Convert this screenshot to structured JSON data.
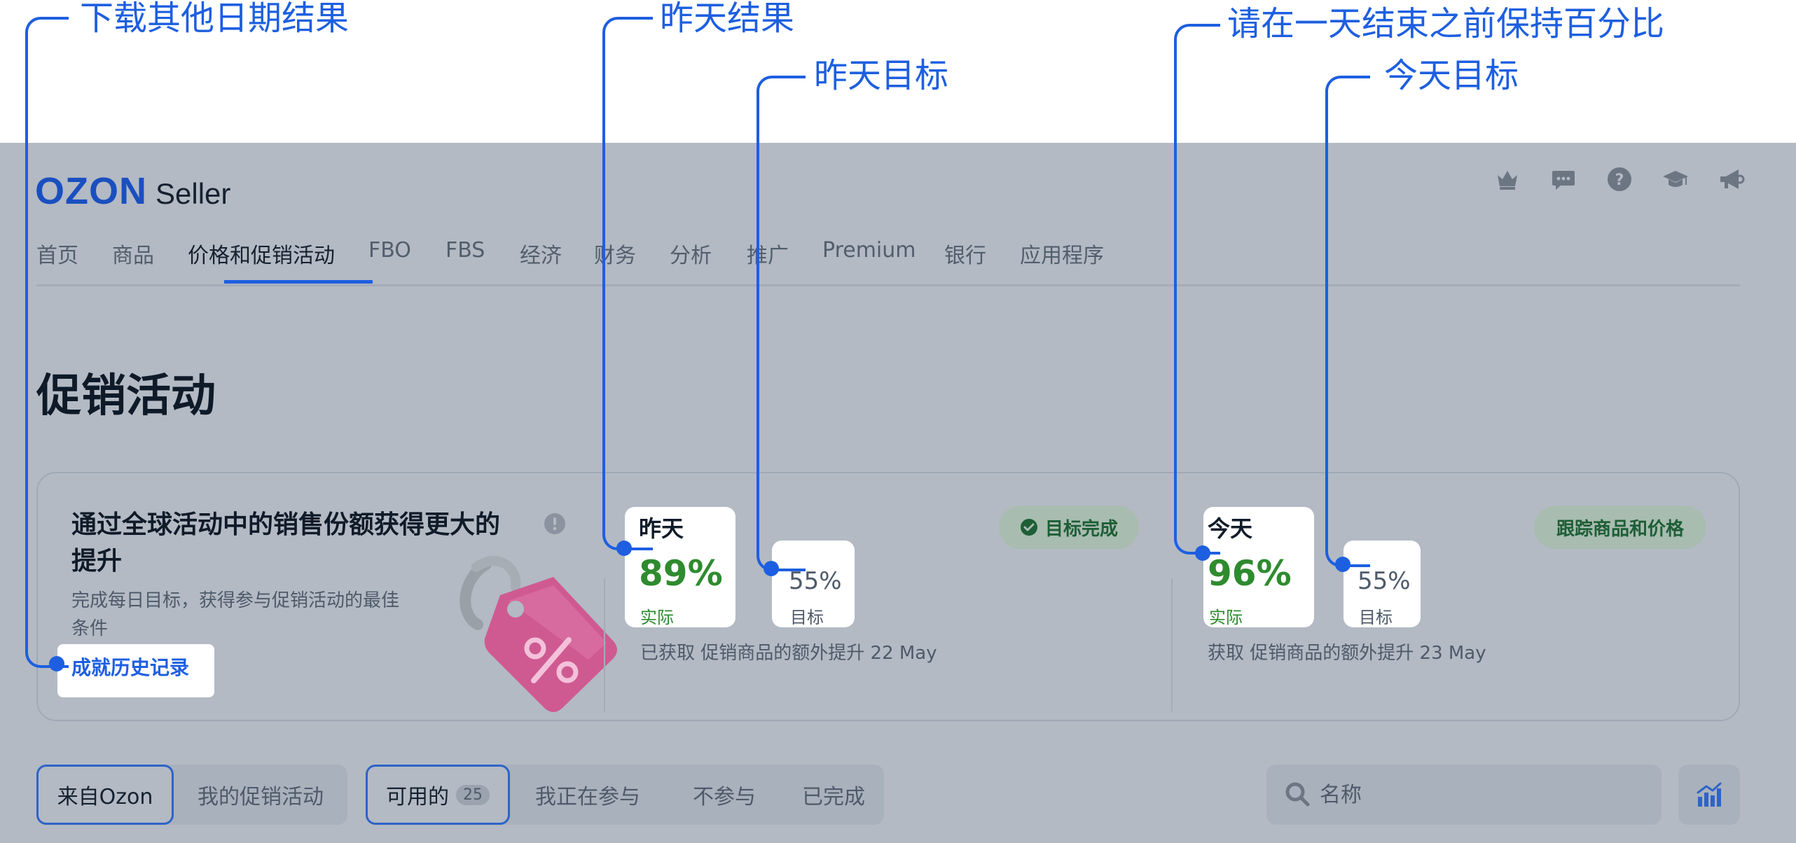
{
  "annotations": {
    "other_dates": "下载其他日期结果",
    "yesterday_result": "昨天结果",
    "yesterday_target": "昨天目标",
    "keep_percent": "请在一天结束之前保持百分比",
    "today_target": "今天目标"
  },
  "header": {
    "logo_brand": "OZON",
    "logo_suffix": "Seller",
    "icons": [
      "crown-icon",
      "chat-icon",
      "help-icon",
      "graduation-cap-icon",
      "megaphone-icon"
    ]
  },
  "nav": {
    "items": [
      "首页",
      "商品",
      "价格和促销活动",
      "FBO",
      "FBS",
      "经济",
      "财务",
      "分析",
      "推广",
      "Premium",
      "银行",
      "应用程序"
    ],
    "active": "价格和促销活动"
  },
  "page_title": "促销活动",
  "promo_card": {
    "heading": "通过全球活动中的销售份额获得更大的提升",
    "description": "完成每日目标，获得参与促销活动的最佳条件",
    "history_link": "成就历史记录",
    "yesterday": {
      "label": "昨天",
      "actual_value": "89%",
      "actual_label": "实际",
      "target_value": "55%",
      "target_label": "目标",
      "caption": "已获取 促销商品的额外提升 22 May",
      "status_badge": "目标完成"
    },
    "today": {
      "label": "今天",
      "actual_value": "96%",
      "actual_label": "实际",
      "target_value": "55%",
      "target_label": "目标",
      "caption": "获取 促销商品的额外提升 23 May",
      "track_button": "跟踪商品和价格"
    }
  },
  "filters": {
    "source_tabs": [
      "来自Ozon",
      "我的促销活动"
    ],
    "source_selected": "来自Ozon",
    "status_tabs": [
      "可用的",
      "我正在参与",
      "不参与",
      "已完成"
    ],
    "status_selected": "可用的",
    "available_count": "25",
    "search_placeholder": "名称"
  },
  "colors": {
    "accent_blue": "#1d5fe0",
    "overlay_grey": "#b3bac4",
    "success_green": "#2e8b2e",
    "brand_blue": "#1a4fbf",
    "tag_pink": "#d9609a"
  }
}
